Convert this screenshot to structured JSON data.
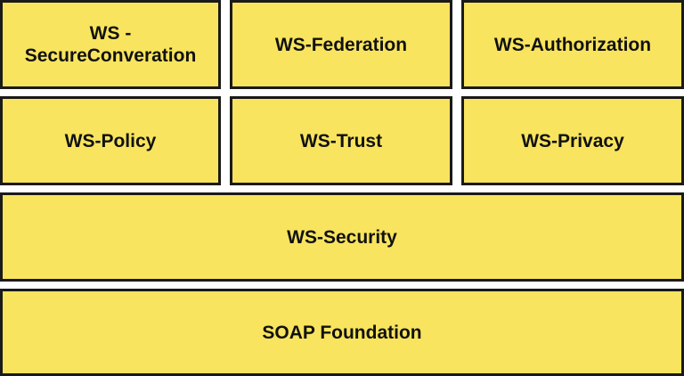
{
  "blocks": {
    "secure_conversation": "WS -\nSecureConveration",
    "federation": "WS-Federation",
    "authorization": "WS-Authorization",
    "policy": "WS-Policy",
    "trust": "WS-Trust",
    "privacy": "WS-Privacy",
    "security": "WS-Security",
    "soap_foundation": "SOAP Foundation"
  },
  "colors": {
    "block_fill": "#f8e45e",
    "block_border": "#1a1a1a",
    "text": "#111111",
    "background": "#ffffff"
  }
}
